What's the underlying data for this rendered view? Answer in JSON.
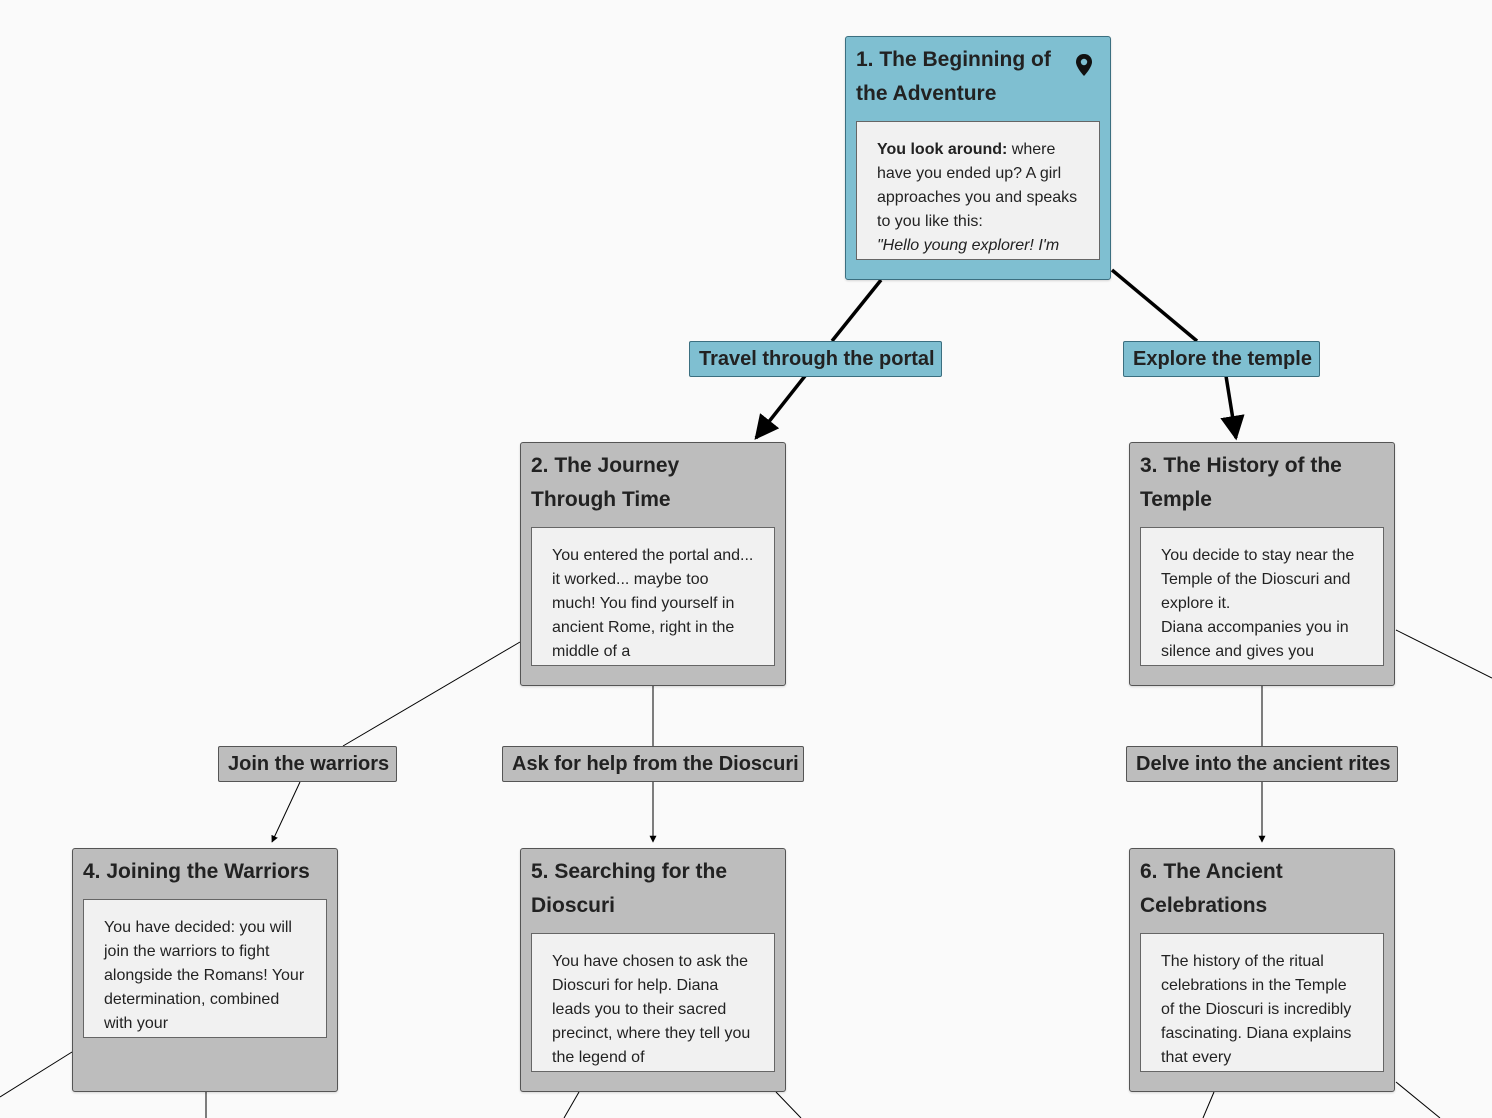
{
  "nodes": [
    {
      "title": "1. The Beginning of the Adventure",
      "pin_icon": "map-pin-icon",
      "body_bold": "You look around:",
      "body_text": " where have you ended up? A girl approaches you and speaks to you like this:",
      "body_italic": "\"Hello young explorer! I'm"
    },
    {
      "title": "2. The Journey Through Time",
      "body_text": "You entered the portal and... it worked... maybe too much! You find yourself in ancient Rome, right in the middle of a"
    },
    {
      "title": "3. The History of the Temple",
      "body_text": "You decide to stay near the Temple of the Dioscuri and explore it.",
      "body_text2": "Diana accompanies you in silence and gives you"
    },
    {
      "title": "4. Joining the Warriors",
      "body_text": "You have decided: you will join the warriors to fight alongside the Romans! Your determination, combined with your"
    },
    {
      "title": "5. Searching for the Dioscuri",
      "body_text": "You have chosen to ask the Dioscuri for help. Diana leads you to their sacred precinct, where they tell you the legend of"
    },
    {
      "title": "6. The Ancient Celebrations",
      "body_text": "The history of the ritual celebrations in the Temple of the Dioscuri is incredibly fascinating. Diana explains that every"
    }
  ],
  "choices": [
    {
      "label": "Travel through the portal"
    },
    {
      "label": "Explore the temple"
    },
    {
      "label": "Join the warriors"
    },
    {
      "label": "Ask for help from the Dioscuri"
    },
    {
      "label": "Delve into the ancient rites"
    }
  ],
  "colors": {
    "active": "#7fbfd1",
    "node": "#bdbdbd",
    "body": "#f1f1f1",
    "background": "#fafafa"
  }
}
